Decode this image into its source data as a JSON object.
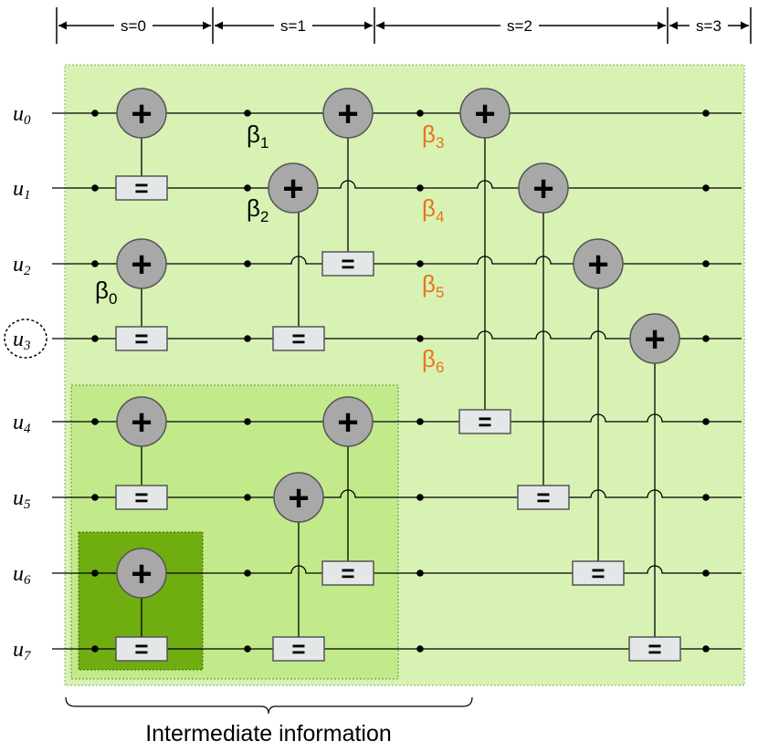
{
  "stages": [
    "s=0",
    "s=1",
    "s=2",
    "s=3"
  ],
  "rows": [
    {
      "base": "u",
      "sub": "0"
    },
    {
      "base": "u",
      "sub": "1"
    },
    {
      "base": "u",
      "sub": "2"
    },
    {
      "base": "u",
      "sub": "3",
      "circled": true
    },
    {
      "base": "u",
      "sub": "4"
    },
    {
      "base": "u",
      "sub": "5"
    },
    {
      "base": "u",
      "sub": "6"
    },
    {
      "base": "u",
      "sub": "7"
    }
  ],
  "betas": [
    {
      "base": "β",
      "sub": "0",
      "color": "#000000"
    },
    {
      "base": "β",
      "sub": "1",
      "color": "#000000"
    },
    {
      "base": "β",
      "sub": "2",
      "color": "#000000"
    },
    {
      "base": "β",
      "sub": "3",
      "color": "#e8731e"
    },
    {
      "base": "β",
      "sub": "4",
      "color": "#e8731e"
    },
    {
      "base": "β",
      "sub": "5",
      "color": "#e8731e"
    },
    {
      "base": "β",
      "sub": "6",
      "color": "#e8731e"
    }
  ],
  "symbols": {
    "xor": "+",
    "equality": "="
  },
  "caption": "Intermediate information",
  "colors": {
    "outer_region": "#d8f2b4",
    "middle_region": "#c2ea8a",
    "inner_region": "#6fad10",
    "xor_node": "#a8a8a8",
    "eq_node": "#e4e7e8",
    "beta_highlight": "#e8731e"
  }
}
